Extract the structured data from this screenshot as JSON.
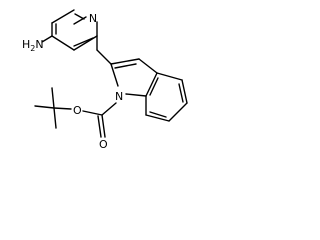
{
  "molecule": {
    "atom_labels": {
      "pyridine_nitrogen": "N",
      "amine": "H2N",
      "indole_nitrogen": "N",
      "carbonyl_oxygen": "O",
      "ester_oxygen": "O"
    },
    "bond_color": "#000000",
    "background": "#ffffff"
  }
}
